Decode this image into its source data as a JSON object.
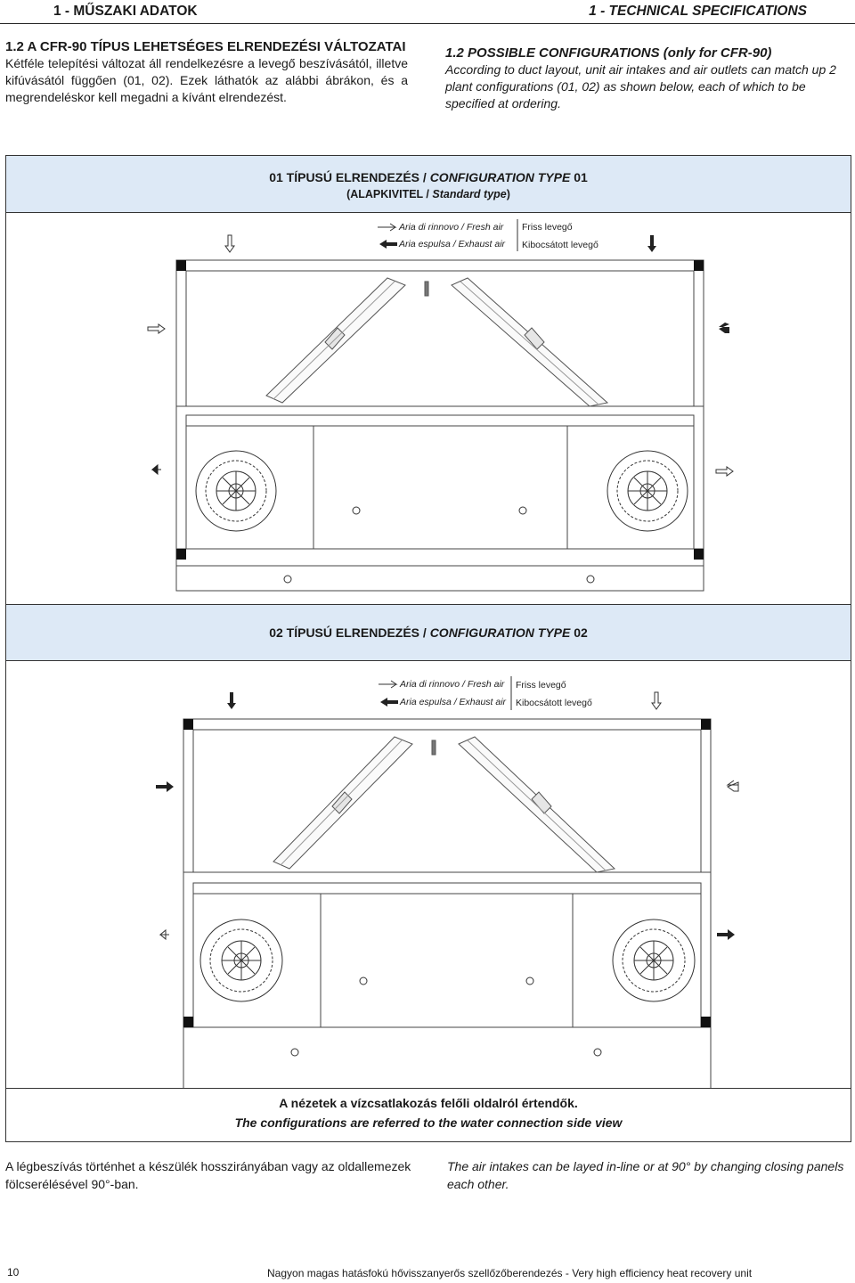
{
  "header": {
    "left": "1 - MŰSZAKI ADATOK",
    "right": "1 - TECHNICAL SPECIFICATIONS"
  },
  "intro_hu": {
    "title": "1.2 A CFR-90 TÍPUS LEHETSÉGES ELRENDEZÉSI VÁLTOZATAI",
    "body": "Kétféle telepítési változat áll rendelkezésre a levegő beszívásától, illetve kifúvásától függően (01, 02). Ezek láthatók az alábbi ábrákon, és a megrendeléskor kell megadni a kívánt elrendezést."
  },
  "intro_en": {
    "title": "1.2 POSSIBLE CONFIGURATIONS (only for CFR-90)",
    "body": "According to duct layout, unit air intakes and air outlets can match up 2 plant configurations (01, 02) as shown below, each of which to be specified at ordering."
  },
  "config1": {
    "title_hu": "01 TÍPUSÚ ELRENDEZÉS / ",
    "title_en": "CONFIGURATION TYPE",
    "title_num": " 01",
    "subtitle_hu": "(ALAPKIVITEL / ",
    "subtitle_en": "Standard type",
    "subtitle_end": ")"
  },
  "config2": {
    "title_hu": "02 TÍPUSÚ ELRENDEZÉS / ",
    "title_en": "CONFIGURATION TYPE",
    "title_num": " 02"
  },
  "legend": {
    "fresh_it": "Aria di rinnovo / Fresh air",
    "exhaust_it": "Aria espulsa / Exhaust air",
    "fresh_hu": "Friss levegő",
    "exhaust_hu": "Kibocsátott levegő"
  },
  "note": {
    "hu": "A nézetek a vízcsatlakozás felőli oldalról értendők.",
    "en": "The configurations are referred to the water connection side view"
  },
  "bottom": {
    "hu": "A légbeszívás történhet a készülék hosszirányában vagy az oldallemezek fölcserélésével 90°-ban.",
    "en": "The air intakes can be layed in-line or at 90° by changing closing panels each other."
  },
  "footer": {
    "page": "10",
    "title": "Nagyon magas hatásfokú hővisszanyerős szellőzőberendezés - Very high efficiency heat recovery unit"
  }
}
